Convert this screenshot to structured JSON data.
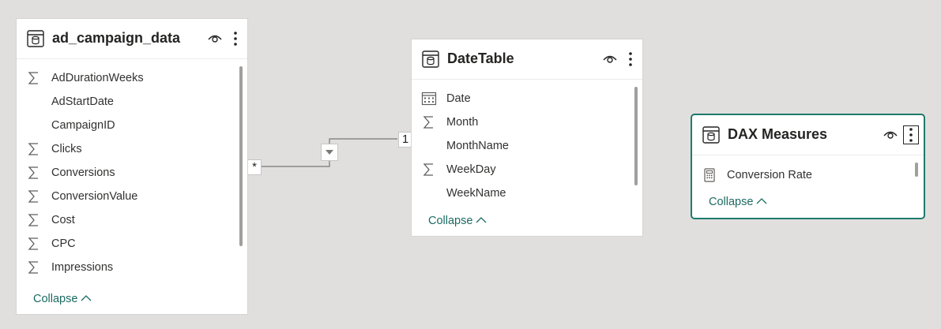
{
  "tables": [
    {
      "name": "ad_campaign_data",
      "fields": [
        {
          "label": "AdDurationWeeks",
          "icon": "sigma-icon"
        },
        {
          "label": "AdStartDate",
          "icon": ""
        },
        {
          "label": "CampaignID",
          "icon": ""
        },
        {
          "label": "Clicks",
          "icon": "sigma-icon"
        },
        {
          "label": "Conversions",
          "icon": "sigma-icon"
        },
        {
          "label": "ConversionValue",
          "icon": "sigma-icon"
        },
        {
          "label": "Cost",
          "icon": "sigma-icon"
        },
        {
          "label": "CPC",
          "icon": "sigma-icon"
        },
        {
          "label": "Impressions",
          "icon": "sigma-icon"
        }
      ],
      "collapse_label": "Collapse"
    },
    {
      "name": "DateTable",
      "fields": [
        {
          "label": "Date",
          "icon": "calendar-icon"
        },
        {
          "label": "Month",
          "icon": "sigma-icon"
        },
        {
          "label": "MonthName",
          "icon": ""
        },
        {
          "label": "WeekDay",
          "icon": "sigma-icon"
        },
        {
          "label": "WeekName",
          "icon": ""
        }
      ],
      "collapse_label": "Collapse"
    },
    {
      "name": "DAX Measures",
      "fields": [
        {
          "label": "Conversion Rate",
          "icon": "calculator-icon"
        }
      ],
      "collapse_label": "Collapse"
    }
  ],
  "relationship": {
    "from_table": "ad_campaign_data",
    "to_table": "DateTable",
    "many_marker": "*",
    "one_marker": "1",
    "filter_direction": "single"
  },
  "colors": {
    "canvas": "#e1dfdd",
    "accent": "#1e7a6c",
    "link": "#1c6b62"
  }
}
